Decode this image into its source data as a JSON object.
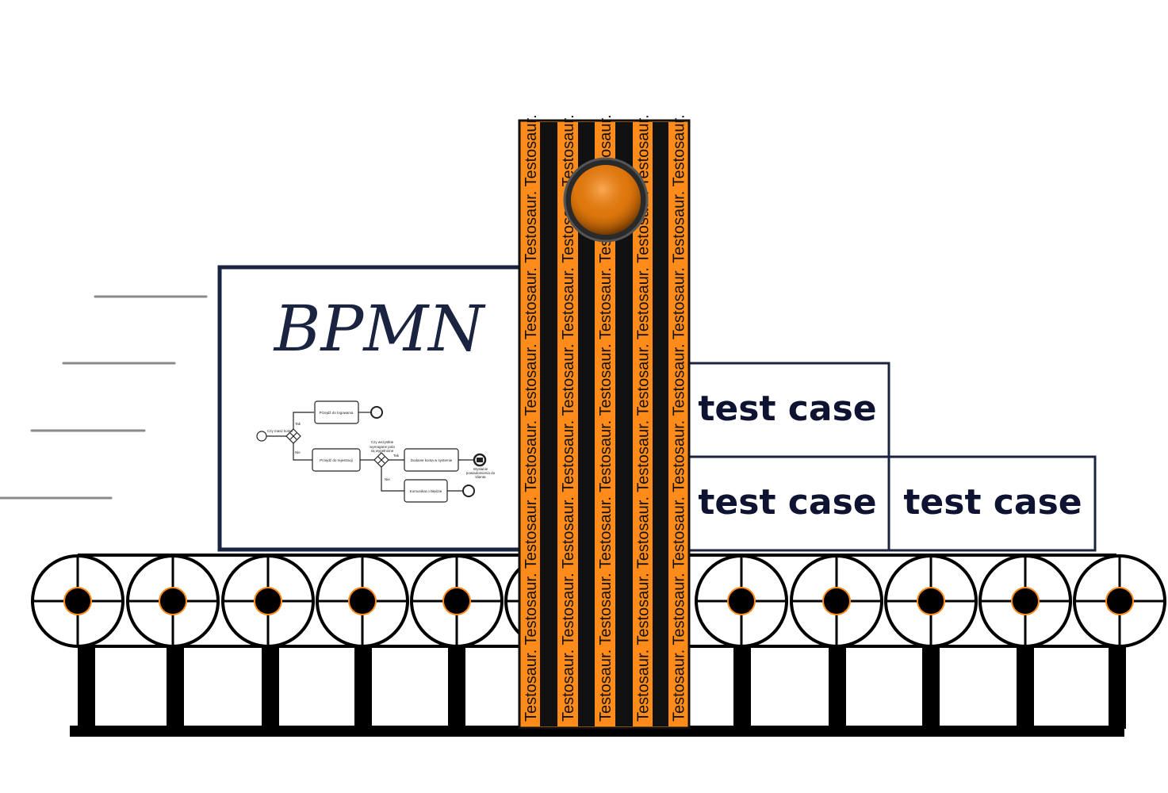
{
  "bpmn_card": {
    "title": "BPMN",
    "diagram": {
      "gateway1_question": "Czy masz konto",
      "yes": "Tak",
      "no": "Nie",
      "task_login": "Przejdź do logowania",
      "task_register": "Przejdź do rejestracji",
      "gateway2_question_line1": "Czy wszystkie",
      "gateway2_question_line2": "wymagane pola",
      "gateway2_question_line3": "są wypełnione",
      "task_create": "Dodanie konta w systemie",
      "task_error": "Komunikat o błędzie",
      "end_message_line1": "Wysłanie",
      "end_message_line2": "powiadomienia do",
      "end_message_line3": "klienta"
    }
  },
  "test_cases": [
    "test case",
    "test case",
    "test case"
  ],
  "machine": {
    "brand": "Testosaur.",
    "colors": {
      "orange": "#ff8c1a",
      "stripe_dark": "#111111",
      "navy": "#1a2340",
      "lamp": "#e07a10"
    }
  }
}
